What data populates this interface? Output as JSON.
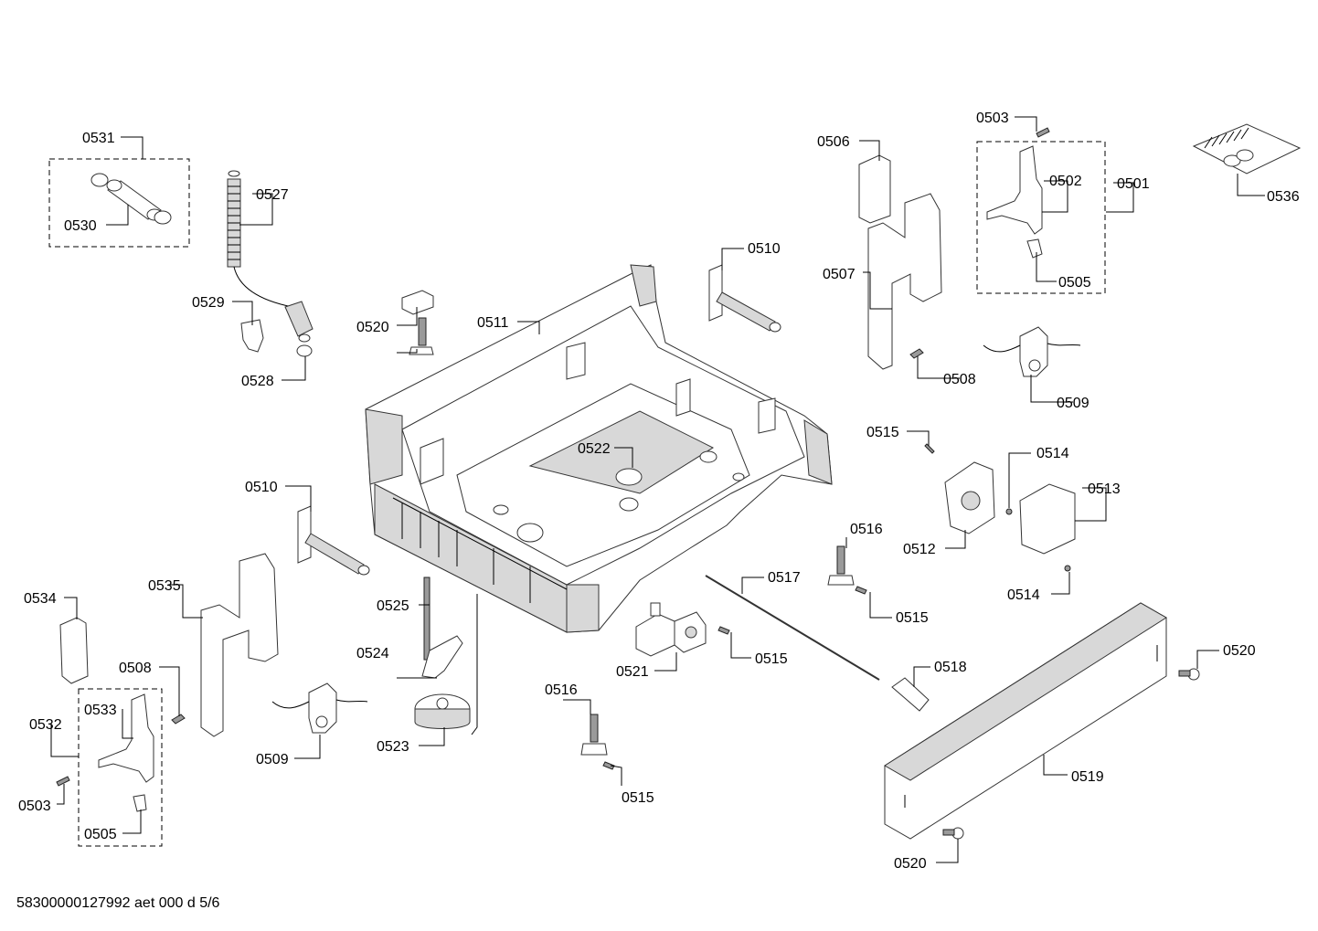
{
  "footer_text": "58300000127992 aet 000 d 5/6",
  "labels": {
    "p0501": "0501",
    "p0502": "0502",
    "p0503_top": "0503",
    "p0503_bottom": "0503",
    "p0505_top": "0505",
    "p0505_bottom": "0505",
    "p0506": "0506",
    "p0507": "0507",
    "p0508_right": "0508",
    "p0508_left": "0508",
    "p0509_right": "0509",
    "p0509_left": "0509",
    "p0510_right": "0510",
    "p0510_left": "0510",
    "p0511": "0511",
    "p0512": "0512",
    "p0513": "0513",
    "p0514_top": "0514",
    "p0514_bottom": "0514",
    "p0515_a": "0515",
    "p0515_b": "0515",
    "p0515_c": "0515",
    "p0515_d": "0515",
    "p0516_a": "0516",
    "p0516_b": "0516",
    "p0517": "0517",
    "p0518": "0518",
    "p0519": "0519",
    "p0520_mid": "0520",
    "p0520_right": "0520",
    "p0520_bottom": "0520",
    "p0521": "0521",
    "p0522": "0522",
    "p0523": "0523",
    "p0524": "0524",
    "p0525": "0525",
    "p0527": "0527",
    "p0528": "0528",
    "p0529": "0529",
    "p0530": "0530",
    "p0531": "0531",
    "p0532": "0532",
    "p0533": "0533",
    "p0534": "0534",
    "p0535": "0535",
    "p0536": "0536"
  }
}
